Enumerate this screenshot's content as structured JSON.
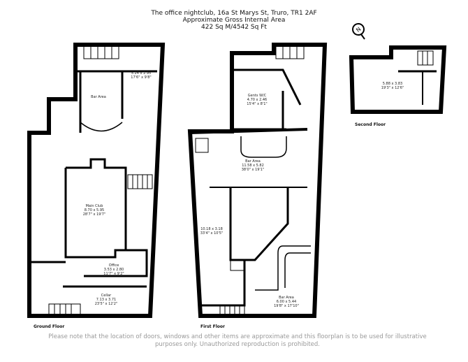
{
  "header": {
    "line1": "The office nightclub, 16a St Marys St, Truro, TR1 2AF",
    "line2": "Approximate Gross Internal Area",
    "line3": "422 Sq M/4542 Sq Ft"
  },
  "ground_floor": {
    "name": "Ground Floor",
    "rooms": [
      {
        "name": "",
        "dims": "5.24 x 2.95",
        "imperial": "17'6\" x 9'8\""
      },
      {
        "name": "Bar Area",
        "dims": "",
        "imperial": ""
      },
      {
        "name": "Main Club",
        "dims": "8.70 x 5.95",
        "imperial": "28'7\" x 19'7\""
      },
      {
        "name": "Office",
        "dims": "3.53 x 2.80",
        "imperial": "11'7\" x 9'2\""
      },
      {
        "name": "Cellar",
        "dims": "7.13 x 3.71",
        "imperial": "23'5\" x 12'2\""
      }
    ]
  },
  "first_floor": {
    "name": "First Floor",
    "rooms": [
      {
        "name": "Gents W/C",
        "dims": "4.70 x 2.46",
        "imperial": "15'4\" x 8'1\""
      },
      {
        "name": "Bar Area",
        "dims": "11.58 x 5.82",
        "imperial": "38'0\" x 19'1\""
      },
      {
        "name": "",
        "dims": "10.18 x 3.18",
        "imperial": "33'4\" x 10'5\""
      },
      {
        "name": "Bar Area",
        "dims": "6.00 x 5.44",
        "imperial": "19'8\" x 17'10\""
      }
    ]
  },
  "second_floor": {
    "name": "Second Floor",
    "rooms": [
      {
        "name": "",
        "dims": "5.88 x 3.83",
        "imperial": "19'3\" x 12'6\""
      }
    ]
  },
  "compass": {
    "label": "N"
  },
  "disclaimer": "Please note that the location of doors, windows and other items are approximate and this floorplan is to be used for illustrative purposes only. Unauthorized reproduction is prohibited."
}
